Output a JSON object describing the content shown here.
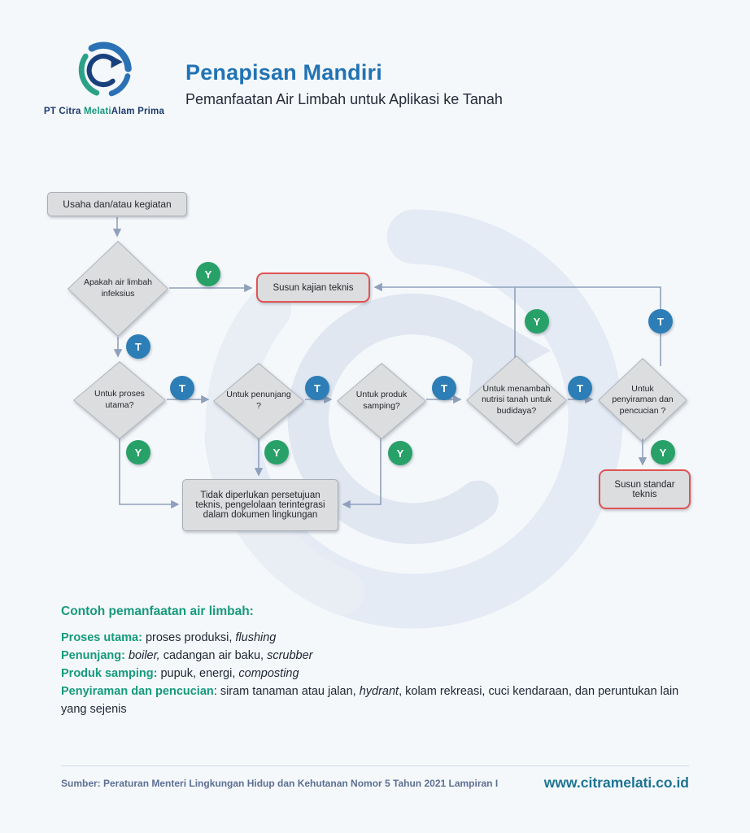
{
  "colors": {
    "title_blue": "#2173b4",
    "teal_accent": "#169a7c",
    "yes_green": "#28a169",
    "no_blue": "#2d7eb6",
    "red_border": "#e05353",
    "node_gray": "#dcdddf",
    "connector": "#8fa0bc"
  },
  "header": {
    "company_prefix": "PT Citra ",
    "company_green": "Melati",
    "company_suffix": "Alam Prima",
    "title": "Penapisan Mandiri",
    "subtitle": "Pemanfaatan Air Limbah untuk Aplikasi ke Tanah"
  },
  "flow": {
    "yes": "Y",
    "no": "T",
    "start": "Usaha dan/atau kegiatan",
    "d_infeksius": "Apakah air limbah infeksius",
    "box_kajian": "Susun kajian teknis",
    "d_proses": "Untuk proses utama?",
    "d_penunjang": "Untuk penunjang ?",
    "d_samping": "Untuk produk samping?",
    "d_nutrisi": "Untuk menambah nutrisi tanah untuk budidaya?",
    "d_penyiraman": "Untuk penyiraman dan pencucian ?",
    "box_tidak": "Tidak diperlukan persetujuan teknis, pengelolaan terintegrasi dalam dokumen lingkungan",
    "box_standar": "Susun standar teknis"
  },
  "examples": {
    "heading": "Contoh pemanfaatan air limbah:",
    "proses_label": "Proses utama:",
    "proses_text": " proses produksi, ",
    "proses_italic": "flushing",
    "penunjang_label": "Penunjang:",
    "penunjang_italic1": " boiler,",
    "penunjang_text": " cadangan air baku, ",
    "penunjang_italic2": "scrubber",
    "samping_label": "Produk samping:",
    "samping_text": " pupuk, energi, ",
    "samping_italic": "composting",
    "penyiraman_label": "Penyiraman dan pencucian",
    "penyiraman_text1": ": siram tanaman atau jalan, ",
    "penyiraman_italic": "hydrant",
    "penyiraman_text2": ", kolam rekreasi, cuci kendaraan, dan peruntukan lain yang sejenis"
  },
  "footer": {
    "source": "Sumber: Peraturan Menteri Lingkungan Hidup dan Kehutanan Nomor 5 Tahun 2021 Lampiran I",
    "website": "www.citramelati.co.id"
  }
}
